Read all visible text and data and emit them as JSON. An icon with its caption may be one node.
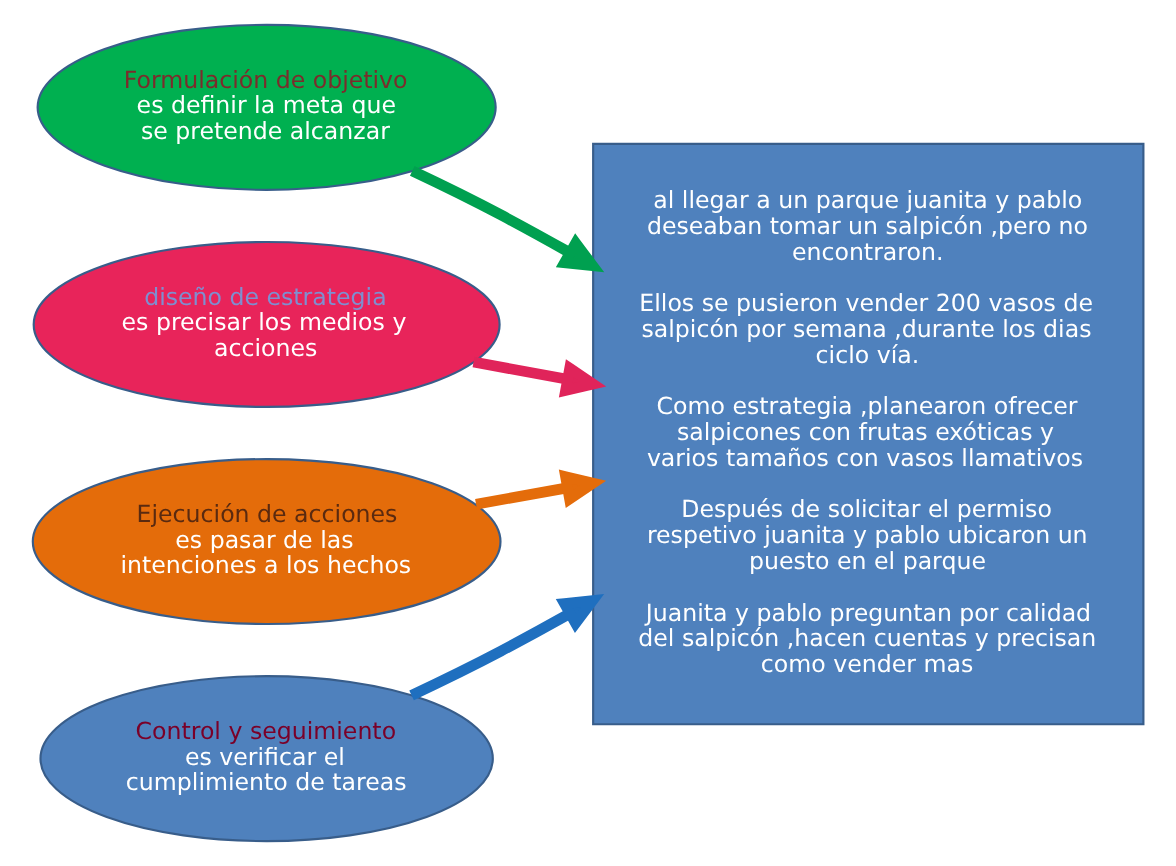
{
  "diagram": {
    "nodes": [
      {
        "text": [
          "Formulación de objetivo",
          "es definir la meta que se pretende alcanzar"
        ]
      },
      {
        "text": [
          "diseño de estrategia",
          "es precisar los medios y acciones"
        ]
      },
      {
        "text": [
          "Ejecución de acciones",
          "es pasar de las intenciones a los hechos"
        ]
      },
      {
        "text": [
          "Control y seguimiento",
          "es verificar el cumplimiento de tareas"
        ]
      },
      {
        "text": [
          "al llegar a un parque juanita y pablo deseaban tomar un salpicón ,pero no encontraron.",
          "Ellos se pusieron vender 200 vasos de salpicón por semana ,durante los dias ciclo vía.",
          "Como estrategia ,planearon ofrecer salpicones con frutas exóticas y varios tamaños con vasos llamativos",
          "Después de solicitar el permiso respetivo juanita y pablo ubicaron un puesto en el parque",
          "Juanita y pablo preguntan por calidad del salpicón ,hacen cuentas y precisan como vender mas"
        ]
      }
    ],
    "edges": [
      {
        "from": 0,
        "to": 4,
        "arrow": "to",
        "color": "#00a050"
      },
      {
        "from": 1,
        "to": 4,
        "arrow": "to",
        "color": "#e0245a"
      },
      {
        "from": 2,
        "to": 4,
        "arrow": "to",
        "color": "#e46c0a"
      },
      {
        "from": 3,
        "to": 4,
        "arrow": "to",
        "color": "#1f6fbf"
      }
    ]
  }
}
